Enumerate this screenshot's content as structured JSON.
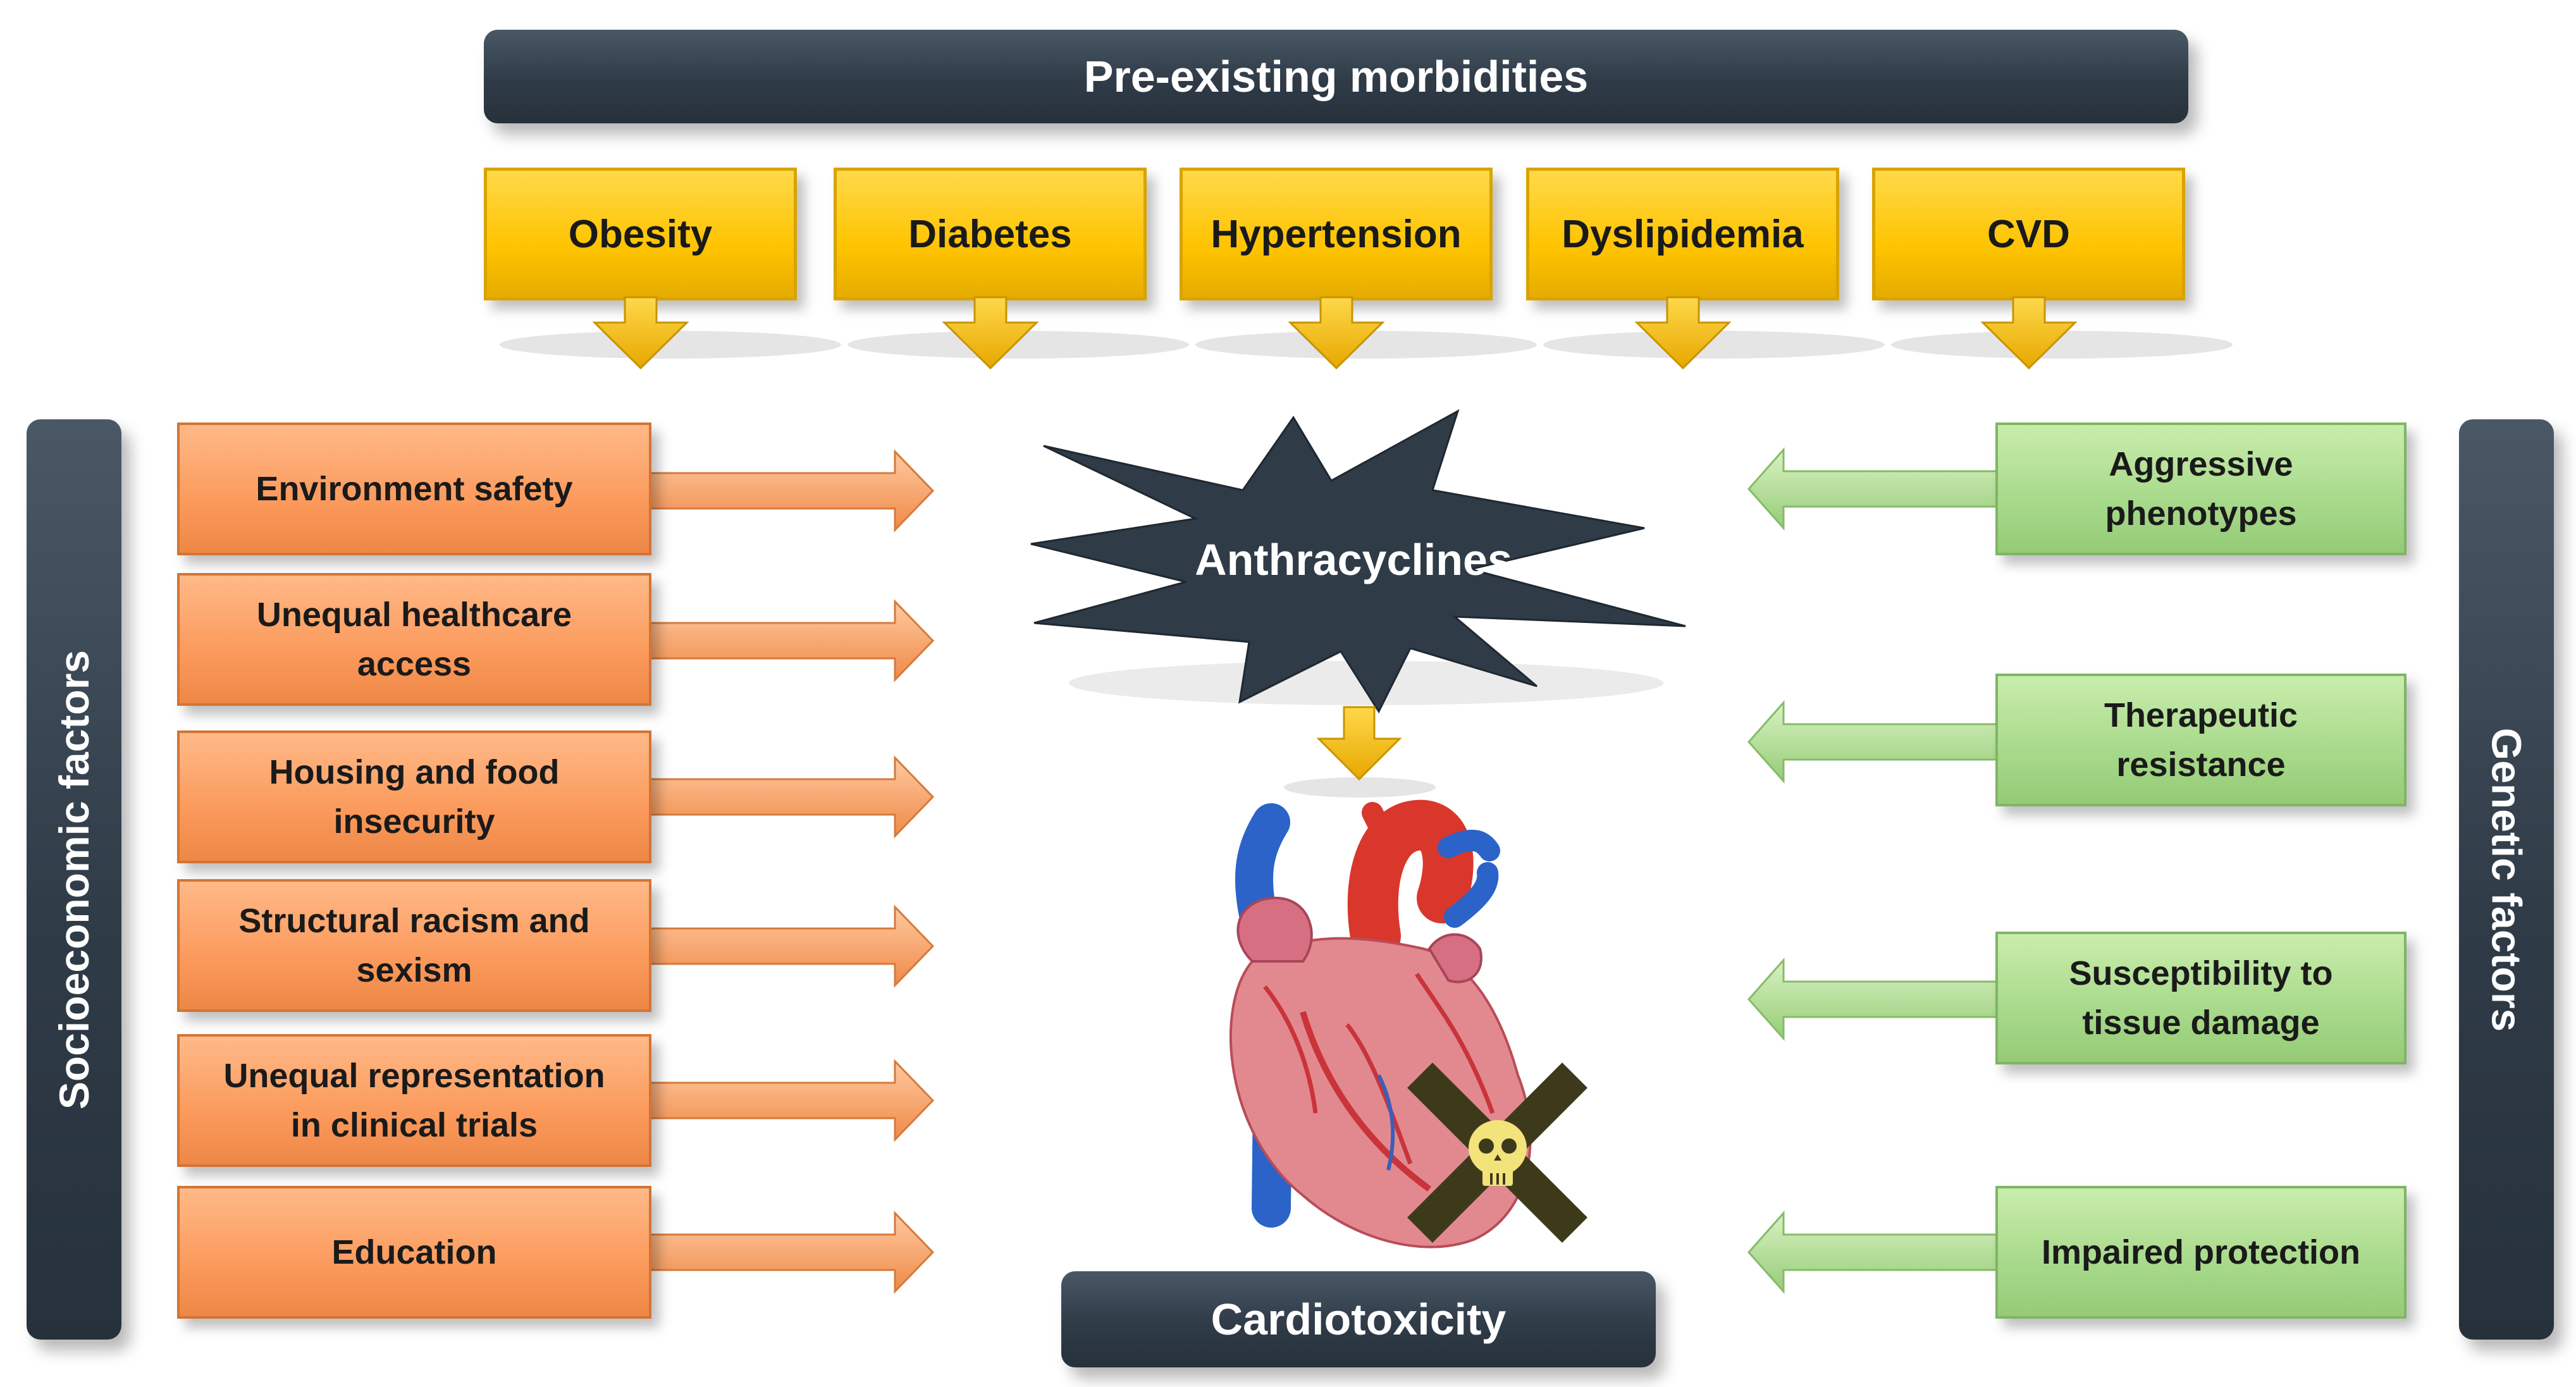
{
  "header": {
    "title": "Pre-existing morbidities"
  },
  "morbidities": [
    {
      "label": "Obesity"
    },
    {
      "label": "Diabetes"
    },
    {
      "label": "Hypertension"
    },
    {
      "label": "Dyslipidemia"
    },
    {
      "label": "CVD"
    }
  ],
  "left_panel": {
    "title": "Socioeconomic factors",
    "items": [
      {
        "label": "Environment safety"
      },
      {
        "label": "Unequal healthcare access"
      },
      {
        "label": "Housing and food insecurity"
      },
      {
        "label": "Structural racism and sexism"
      },
      {
        "label": "Unequal representation in clinical trials"
      },
      {
        "label": "Education"
      }
    ]
  },
  "right_panel": {
    "title": "Genetic factors",
    "items": [
      {
        "label": "Aggressive phenotypes"
      },
      {
        "label": "Therapeutic resistance"
      },
      {
        "label": "Susceptibility to tissue damage"
      },
      {
        "label": "Impaired protection"
      }
    ]
  },
  "center": {
    "drug_label": "Anthracyclines",
    "outcome_label": "Cardiotoxicity"
  },
  "colors": {
    "navy": "#2f3b47",
    "yellow": "#ffc400",
    "orange": "#fb9a5c",
    "green": "#a7d98a"
  }
}
